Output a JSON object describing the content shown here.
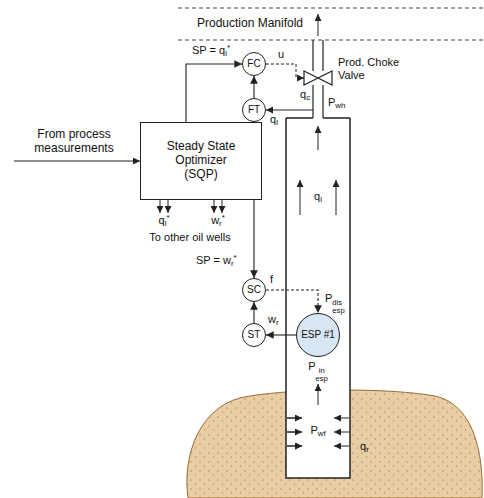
{
  "diagram": {
    "nodes": [
      {
        "text": [
          "FC"
        ]
      },
      {
        "text": [
          "FT"
        ]
      },
      {
        "text": [
          "Steady State Optimizer (SQP)"
        ]
      },
      {
        "text": [
          "SC"
        ]
      },
      {
        "text": [
          "ESP #1"
        ]
      },
      {
        "text": [
          "ST"
        ]
      }
    ],
    "edges": [
      {
        "from": 2,
        "to": 0,
        "label": "SP = ql*",
        "arrow": "to"
      },
      {
        "from": 1,
        "to": 0,
        "arrow": "to"
      },
      {
        "from": 2,
        "to": 3,
        "label": "SP = wr*",
        "arrow": "to"
      },
      {
        "from": 5,
        "to": 3,
        "arrow": "to"
      },
      {
        "from": 4,
        "to": 5,
        "label": "wr",
        "arrow": "to"
      },
      {
        "from": 3,
        "to": 4,
        "label": "f",
        "arrow": "to"
      }
    ],
    "labels": [
      "Production Manifold",
      "u",
      "Prod. Choke Valve",
      "qc",
      "Pwh",
      "ql",
      "From process measurements",
      "ql*",
      "wr*",
      "To other oil wells",
      "ql",
      "Pdisesp",
      "Pinesp",
      "Pwf",
      "qr"
    ]
  }
}
